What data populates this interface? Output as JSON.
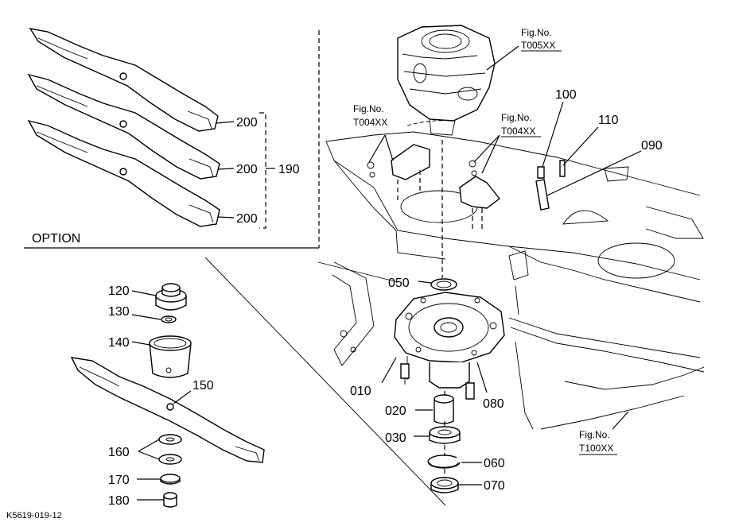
{
  "option_label": "OPTION",
  "footer_code": "K5619-019-12",
  "fig_refs": [
    {
      "line1": "Fig.No.",
      "line2": "T005XX"
    },
    {
      "line1": "Fig.No.",
      "line2": "T004XX"
    },
    {
      "line1": "Fig.No.",
      "line2": "T004XX"
    },
    {
      "line1": "Fig.No.",
      "line2": "T100XX"
    }
  ],
  "part_numbers": {
    "p010": "010",
    "p020": "020",
    "p030": "030",
    "p050": "050",
    "p060": "060",
    "p070": "070",
    "p080": "080",
    "p090": "090",
    "p100": "100",
    "p110": "110",
    "p120": "120",
    "p130": "130",
    "p140": "140",
    "p150": "150",
    "p160": "160",
    "p170": "170",
    "p180": "180",
    "p190": "190",
    "p200a": "200",
    "p200b": "200",
    "p200c": "200"
  }
}
